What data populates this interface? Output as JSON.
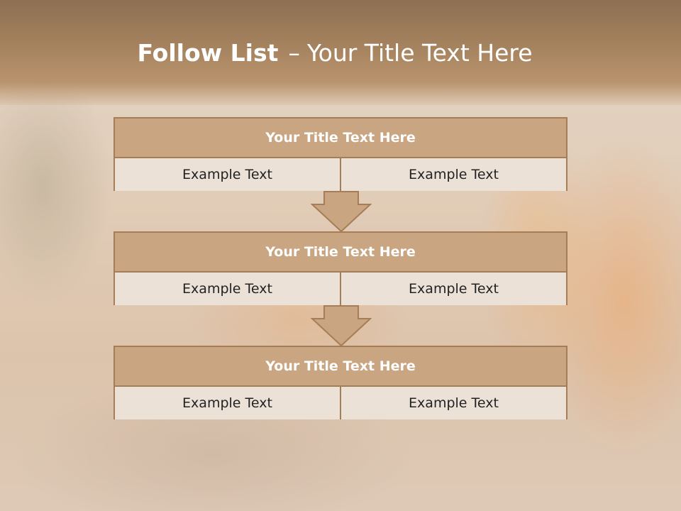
{
  "title": {
    "bold": "Follow List",
    "dash": "–",
    "rest": "Your Title Text Here"
  },
  "steps": [
    {
      "title": "Your Title Text Here",
      "left": "Example Text",
      "right": "Example Text"
    },
    {
      "title": "Your Title Text Here",
      "left": "Example Text",
      "right": "Example Text"
    },
    {
      "title": "Your Title Text Here",
      "left": "Example Text",
      "right": "Example Text"
    }
  ],
  "colors": {
    "header_band": "#a6835f",
    "box_title_fill": "#c9a582",
    "box_border": "#a57e58",
    "cell_fill": "#ece1d7"
  }
}
